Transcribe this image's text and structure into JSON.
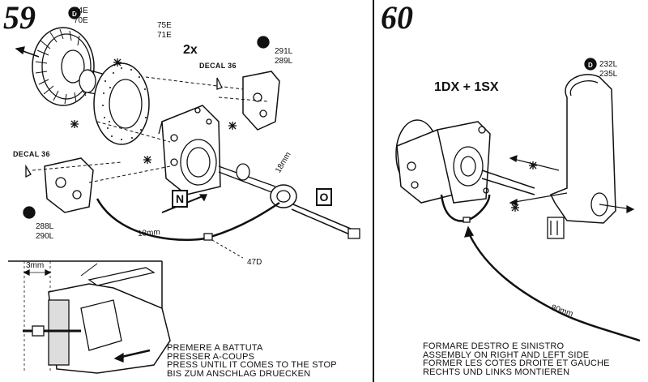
{
  "step_59": {
    "number": "59",
    "qty": "2x",
    "labels": {
      "a": "74E",
      "b": "70E",
      "c": "75E",
      "d": "71E",
      "e": "291L",
      "f": "289L",
      "g": "288L",
      "h": "290L",
      "i": "47D",
      "mm18a": "18mm",
      "mm18b": "18mm",
      "mm3": "3mm",
      "decal1": "DECAL 36",
      "decal2": "DECAL 36",
      "box_n": "N",
      "box_o": "O",
      "d_marker": "D"
    },
    "instructions": [
      "PREMERE A BATTUTA",
      "PRESSER A-COUPS",
      "PRESS UNTIL IT COMES TO THE STOP",
      "BIS ZUM ANSCHLAG DRUECKEN"
    ]
  },
  "step_60": {
    "number": "60",
    "qty": "1DX + 1SX",
    "labels": {
      "a": "232L",
      "b": "235L",
      "mm80": "80mm",
      "d_marker": "D"
    },
    "instructions": [
      "FORMARE DESTRO E SINISTRO",
      "ASSEMBLY ON RIGHT AND LEFT SIDE",
      "FORMER LES COTES DROITE ET GAUCHE",
      "RECHTS UND LINKS MONTIEREN"
    ]
  }
}
